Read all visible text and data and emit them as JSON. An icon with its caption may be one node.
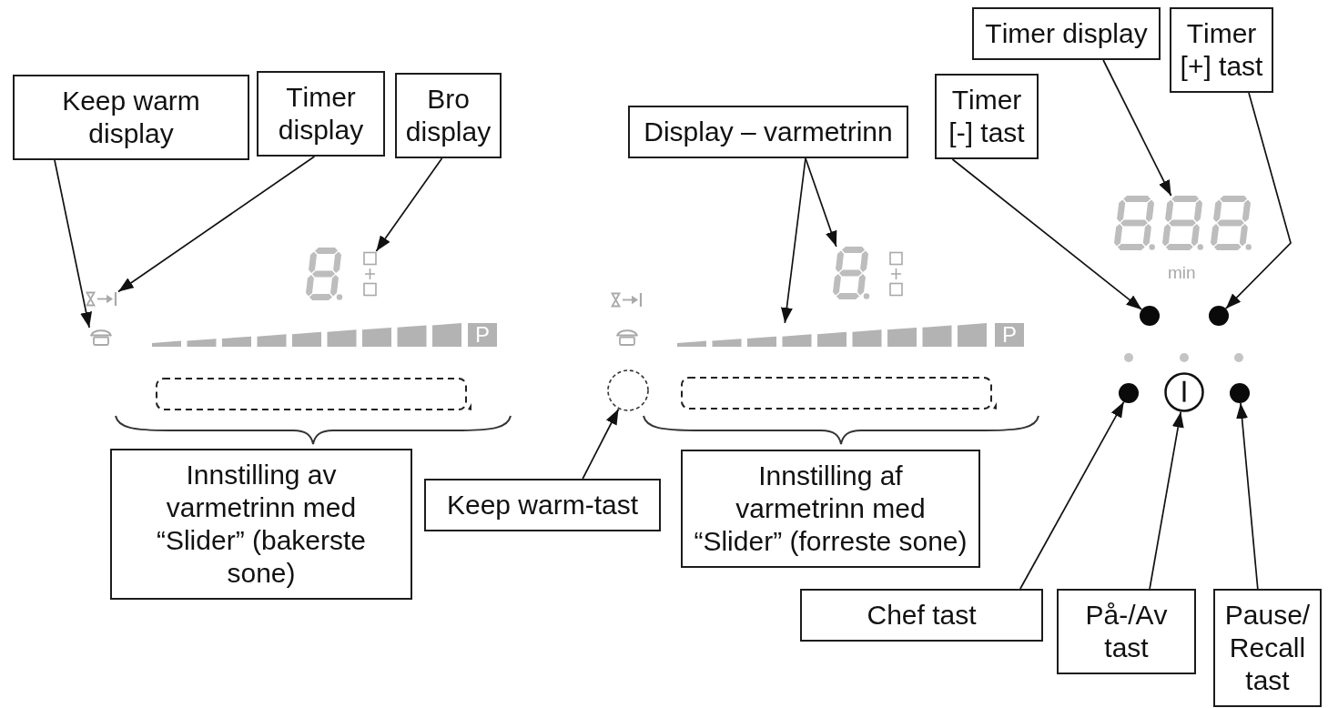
{
  "diagram": {
    "nodes": [
      {
        "text": [
          "Keep warm display"
        ]
      },
      {
        "text": [
          "Timer display"
        ]
      },
      {
        "text": [
          "Bro display"
        ]
      },
      {
        "text": [
          "Display – varmetrinn"
        ]
      },
      {
        "text": [
          "Timer [-] tast"
        ]
      },
      {
        "text": [
          "Timer display"
        ]
      },
      {
        "text": [
          "Timer [+] tast"
        ]
      },
      {
        "text": [
          "Innstilling av varmetrinn med “Slider” (bakerste sone)"
        ]
      },
      {
        "text": [
          "Keep warm-tast"
        ]
      },
      {
        "text": [
          "Innstilling af varmetrinn med “Slider” (forreste sone)"
        ]
      },
      {
        "text": [
          "Chef tast"
        ]
      },
      {
        "text": [
          "På-/Av tast"
        ]
      },
      {
        "text": [
          "Pause/ Recall tast"
        ]
      },
      {
        "text": [],
        "shape": "picture"
      },
      {
        "text": [],
        "shape": "picture"
      },
      {
        "text": [],
        "shape": "picture"
      },
      {
        "text": [],
        "shape": "bar",
        "beside": [
          "P"
        ]
      },
      {
        "text": [],
        "shape": "picture"
      },
      {
        "text": [],
        "shape": "bar",
        "beside": [
          "P"
        ]
      },
      {
        "text": [],
        "shape": "circle"
      },
      {
        "text": [],
        "shape": "picture",
        "beside": [
          "min"
        ]
      },
      {
        "text": [],
        "shape": "circle"
      },
      {
        "text": [],
        "shape": "circle"
      },
      {
        "text": [],
        "shape": "circle"
      },
      {
        "text": [],
        "shape": "circle"
      },
      {
        "text": [],
        "shape": "circle"
      }
    ],
    "edges": [
      {
        "from": 0,
        "to": 14,
        "arrow": "to"
      },
      {
        "from": 1,
        "to": 13,
        "arrow": "to"
      },
      {
        "from": 2,
        "to": 15,
        "arrow": "to"
      },
      {
        "from": 3,
        "to": 18,
        "arrow": "to"
      },
      {
        "from": 3,
        "to": 17,
        "arrow": "to"
      },
      {
        "from": 4,
        "to": 21,
        "arrow": "to"
      },
      {
        "from": 5,
        "to": 20,
        "arrow": "to"
      },
      {
        "from": 6,
        "to": 22,
        "arrow": "to"
      },
      {
        "from": 8,
        "to": 19,
        "arrow": "to"
      },
      {
        "from": 10,
        "to": 23,
        "arrow": "to"
      },
      {
        "from": 11,
        "to": 24,
        "arrow": "to"
      },
      {
        "from": 12,
        "to": 25,
        "arrow": "to"
      }
    ]
  }
}
